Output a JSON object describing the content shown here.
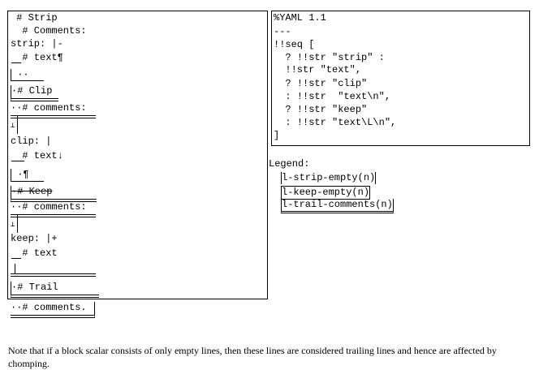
{
  "example": {
    "lines": [
      " # Strip",
      "  # Comments:",
      "strip: |-",
      "  # text¶",
      " ··",
      "·# Clip",
      "··# comments:",
      "clip: |",
      "  # text↓",
      " ·¶",
      "·# Keep",
      "··# comments:",
      "keep: |+",
      "  # text",
      "·# Trail",
      "··# comments."
    ]
  },
  "yaml": {
    "lines": [
      "%YAML 1.1",
      "---",
      "!!seq [",
      "  ? !!str \"strip\" :",
      "  !!str \"text\",",
      "  ? !!str \"clip\"",
      "  : !!str  \"text\\n\",",
      "  ? !!str \"keep\"",
      "  : !!str \"text\\L\\n\",",
      "]"
    ]
  },
  "legend": {
    "title": "Legend:",
    "items": [
      "l-strip-empty(n)",
      "l-keep-empty(n)",
      "l-trail-comments(n)"
    ]
  },
  "note": "Note that if a block scalar consists of only empty lines, then these lines are considered trailing lines and hence are affected by chomping."
}
